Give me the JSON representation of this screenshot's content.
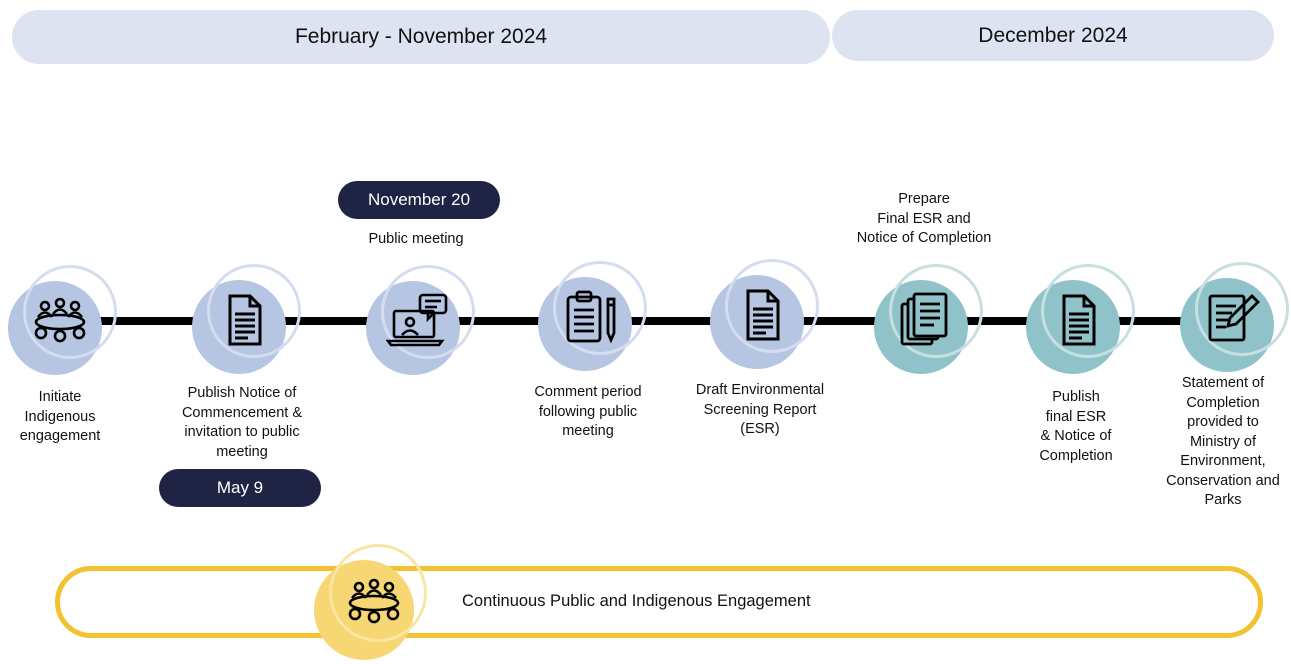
{
  "periods": {
    "first": "February - November 2024",
    "second": "December 2024"
  },
  "colors": {
    "blue_fill": "#b6c5e2",
    "blue_ring": "#d3ddef",
    "teal_fill": "#8fc2c9",
    "teal_ring": "#c8dfe2",
    "navy_pill": "#1f2444",
    "gold": "#f1c232",
    "gold_fill": "#f7d774"
  },
  "steps": [
    {
      "icon": "group-meeting-icon",
      "label": "Initiate\nIndigenous\nengagement"
    },
    {
      "icon": "document-icon",
      "label": "Publish Notice of\nCommencement &\ninvitation to public\nmeeting"
    },
    {
      "icon": "laptop-chat-icon",
      "label": "Public meeting"
    },
    {
      "icon": "clipboard-pen-icon",
      "label": "Comment period\nfollowing public\nmeeting"
    },
    {
      "icon": "document-icon",
      "label": "Draft Environmental\nScreening Report\n(ESR)"
    },
    {
      "icon": "stacked-documents-icon",
      "label": "Prepare\nFinal ESR and\nNotice of Completion"
    },
    {
      "icon": "document-icon",
      "label": "Publish\nfinal ESR\n& Notice of\nCompletion"
    },
    {
      "icon": "document-edit-icon",
      "label": "Statement of\nCompletion\nprovided to\nMinistry of\nEnvironment,\nConservation and\nParks"
    }
  ],
  "dates": {
    "november": "November 20",
    "may": "May 9"
  },
  "continuous": {
    "icon": "group-meeting-icon",
    "label": "Continuous Public and Indigenous Engagement"
  }
}
